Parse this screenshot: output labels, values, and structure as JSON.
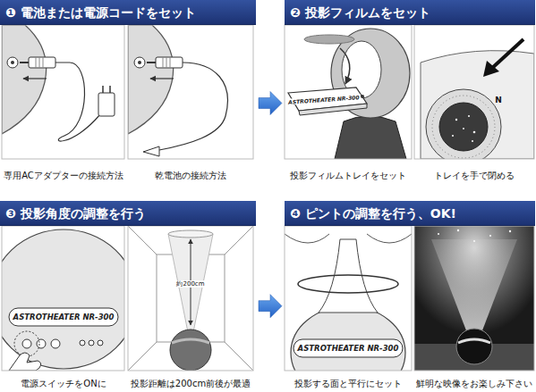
{
  "diagram": {
    "nodes": [
      {
        "text": [
          "❶ 電池または電源コードをセット"
        ]
      },
      {
        "text": [
          "❷ 投影フィルムをセット"
        ]
      },
      {
        "text": [
          "❸ 投影角度の調整を行う"
        ]
      },
      {
        "text": [
          "❹ ピントの調整を行う、OK!"
        ]
      }
    ],
    "edges": [
      {
        "from": 0,
        "to": 1,
        "arrow": "to"
      },
      {
        "from": 2,
        "to": 3,
        "arrow": "to"
      }
    ],
    "labels": [
      "専用ACアダプターの接続方法",
      "乾電池の接続方法",
      "ASTROTHEATER NR-300",
      "N",
      "投影フィルムトレイをセット",
      "トレイを手で閉める",
      "ASTROTHEATER NR-300",
      "約200cm",
      "電源スイッチをONに",
      "投影距離は200cm前後が最適",
      "ASTROTHEATER NR-300",
      "投影する面と平行にセット",
      "鮮明な映像をお楽しみ下さい"
    ]
  }
}
